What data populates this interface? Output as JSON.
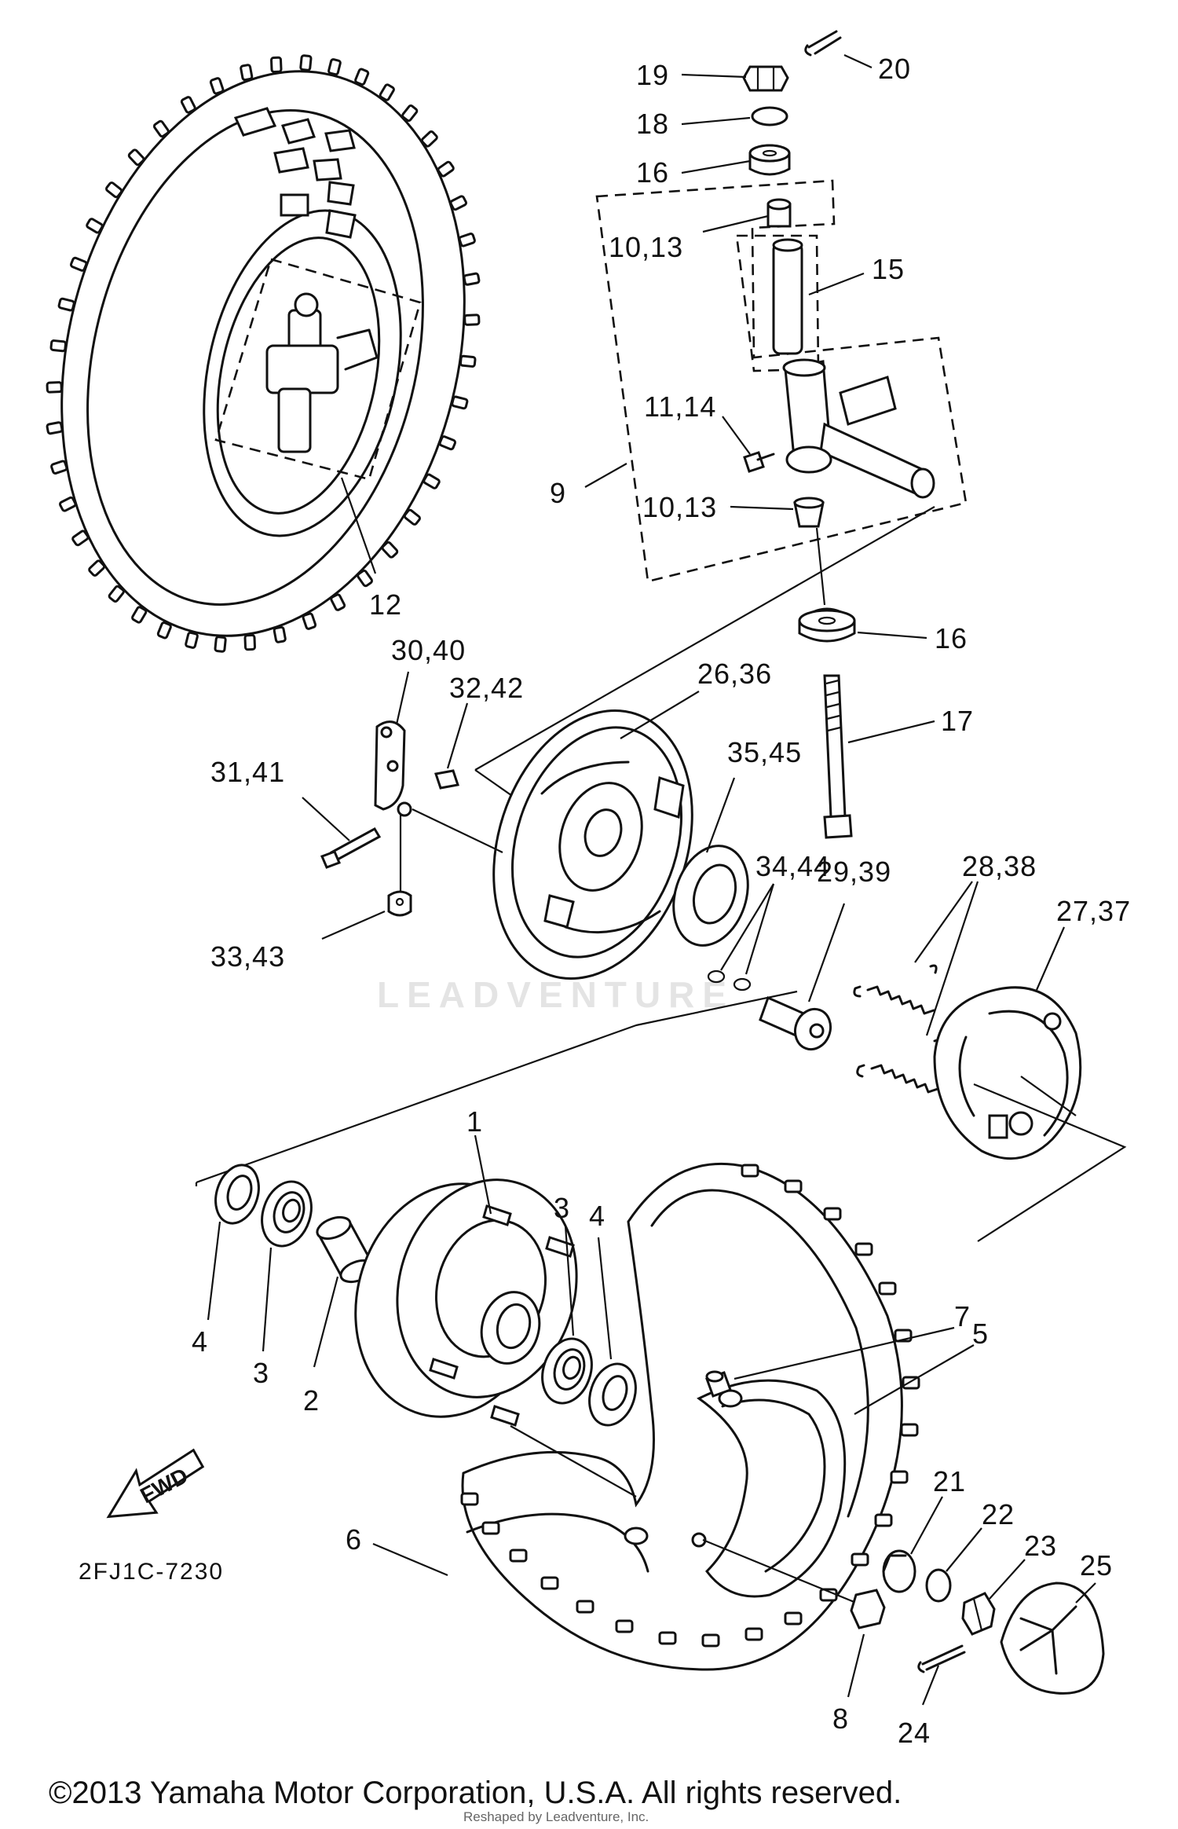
{
  "diagram_code": "2FJ1C-7230",
  "fwd_label": "FWD",
  "watermark": "LEADVENTURE",
  "copyright": "©2013 Yamaha Motor Corporation, U.S.A. All rights reserved.",
  "credit": "Reshaped by Leadventure, Inc.",
  "callouts": {
    "p1": "1",
    "p2": "2",
    "p3a": "3",
    "p3b": "3",
    "p4a": "4",
    "p4b": "4",
    "p5": "5",
    "p6": "6",
    "p7": "7",
    "p8": "8",
    "p9": "9",
    "p10_13a": "10,13",
    "p10_13b": "10,13",
    "p11_14": "11,14",
    "p12": "12",
    "p15": "15",
    "p16a": "16",
    "p16b": "16",
    "p17": "17",
    "p18": "18",
    "p19": "19",
    "p20": "20",
    "p21": "21",
    "p22": "22",
    "p23": "23",
    "p24": "24",
    "p25": "25",
    "p26_36": "26,36",
    "p27_37": "27,37",
    "p28_38": "28,38",
    "p29_39": "29,39",
    "p30_40": "30,40",
    "p31_41": "31,41",
    "p32_42": "32,42",
    "p33_43": "33,43",
    "p34_44": "34,44",
    "p35_45": "35,45"
  }
}
